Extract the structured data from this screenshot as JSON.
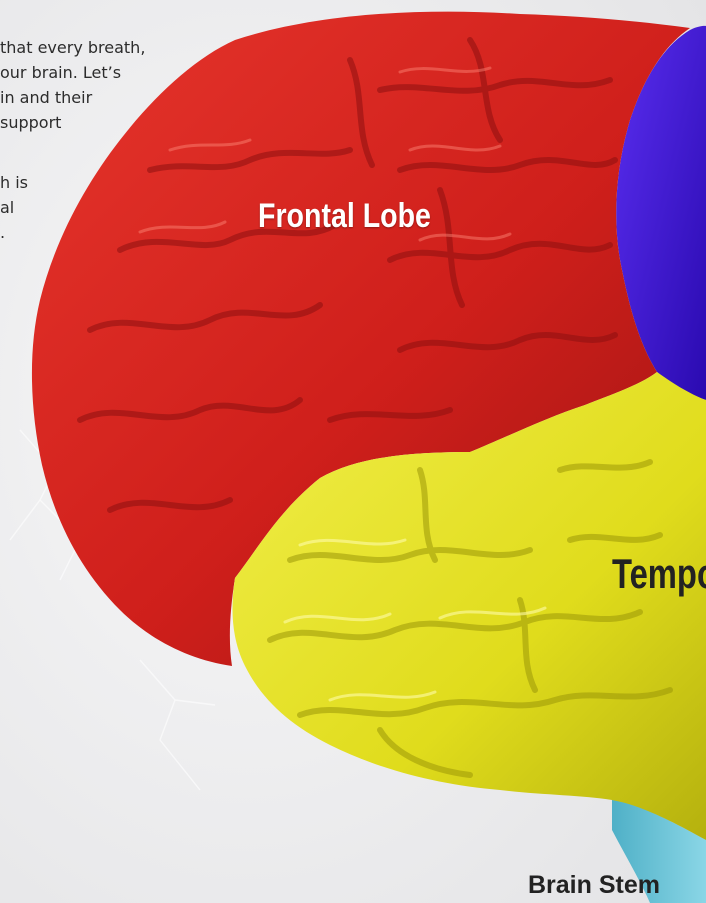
{
  "intro_text": {
    "lines": [
      "that every breath,",
      "our brain. Let’s",
      "in and their",
      " support",
      "",
      "h is",
      "al",
      "."
    ]
  },
  "labels": {
    "frontal": "Frontal Lobe",
    "temporal": "Tempo",
    "stem": "Brain Stem"
  },
  "colors": {
    "background": "#efeff0",
    "frontal_lobe": "#d3221f",
    "parietal_lobe": "#3a12d6",
    "temporal_lobe": "#e3e01f",
    "brain_stem": "#6fc6d8",
    "label_light": "#ffffff",
    "label_dark": "#222222"
  }
}
